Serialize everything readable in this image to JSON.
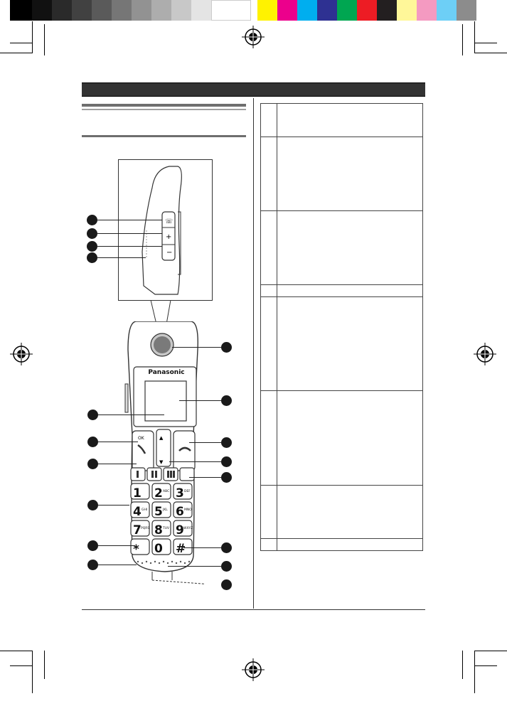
{
  "brand": {
    "logo_text": "Panasonic"
  },
  "colors": {
    "header_bar": "#333333",
    "grays": [
      "#000000",
      "#1a1a1a",
      "#2e2e2e",
      "#474747",
      "#636363",
      "#7f7f7f",
      "#9b9b9b",
      "#b6b6b6",
      "#d2d2d2",
      "#ececec",
      "#ffffff"
    ],
    "process": [
      "#fff200",
      "#ec008c",
      "#00aeef",
      "#2e3192",
      "#00a651",
      "#ed1c24",
      "#231f20",
      "#fff799",
      "#f49ac1",
      "#6dcff6",
      "#8c8c8c"
    ]
  },
  "keypad": {
    "ok": "OK",
    "k1": "1",
    "k2": "2",
    "k3": "3",
    "k4": "4",
    "k5": "5",
    "k6": "6",
    "k7": "7",
    "k8": "8",
    "k9": "9",
    "k0": "0",
    "star": "*",
    "hash": "#",
    "sub2": "ABC",
    "sub3": "DEF",
    "sub4": "GHI",
    "sub5": "JKL",
    "sub6": "MNO",
    "sub7": "PQRS",
    "sub8": "TUV",
    "sub9": "WXYZ"
  }
}
